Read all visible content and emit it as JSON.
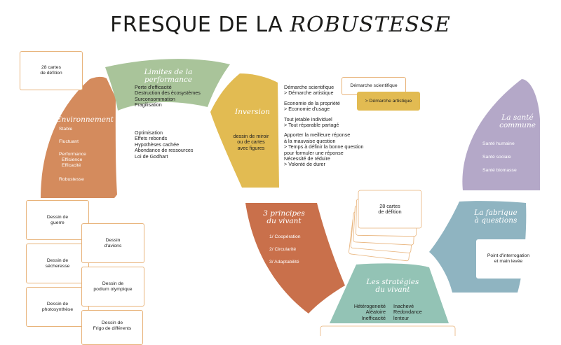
{
  "title": {
    "main": "FRESQUE DE LA",
    "accent": "ROBUSTESSE"
  },
  "colors": {
    "green": "#a9c49a",
    "orange": "#d48b5d",
    "yellow": "#e2bb52",
    "purple": "#b4a8c8",
    "blue": "#8fb4c1",
    "rust": "#c9704b",
    "teal": "#93c3b5",
    "box_border": "#e8b37a"
  },
  "cards_box": {
    "lines": [
      "28 cartes",
      "de défition"
    ]
  },
  "environnement": {
    "heading": "Environnement",
    "items": [
      "Stable",
      "Fluctuant",
      "Performance",
      "Efficience",
      "Efficacité",
      "Robustesse"
    ]
  },
  "limites": {
    "heading": "Limites de la performance",
    "list1": [
      "Perte d'efficacité",
      "Destruction des écosystèmes",
      "Surconsommation",
      "Fragilisation"
    ],
    "list2": [
      "Optimisation",
      "Effets rebonds",
      "Hypothèses cachée",
      "Abondance de ressources",
      "Loi de Godhart"
    ]
  },
  "inversion": {
    "heading": "Inversion",
    "lines": [
      "dessin de miroir",
      "ou de cartes",
      "avec figures"
    ],
    "list": [
      "Démarche scientifique",
      "> Démarche artistique",
      "",
      "Economie de la propriété",
      "> Economie d'usage",
      "",
      "Tout jetable individuel",
      "> Tout réparable partagé",
      "",
      "Apporter la meilleure réponse",
      "à la mauvaise question",
      "> Temps à définir la bonne question",
      "pour formuler une réponse",
      "Nécessité de réduire",
      "> Volonté de durer"
    ],
    "card_front": "Démarche scientifique",
    "card_back": "> Démarche artistique"
  },
  "sante": {
    "heading_1": "La santé",
    "heading_2": "commune",
    "items": [
      "Santé humaine",
      "Santé sociale",
      "Santé biomasse"
    ]
  },
  "dessins": {
    "guerre": [
      "Dessin de",
      "guerre"
    ],
    "avions": [
      "Dessin",
      "d'avions"
    ],
    "secheresse": [
      "Dessin de",
      "sécheresse"
    ],
    "podium": [
      "Dessin de",
      "podium olympique"
    ],
    "photosynthese": [
      "Dessin de",
      "photosynthèse"
    ],
    "frigo": [
      "Dessin de",
      "Frigo de différents"
    ]
  },
  "principes": {
    "heading_1": "3 principes",
    "heading_2": "du vivant",
    "items": [
      "1/ Coopération",
      "2/ Circularité",
      "3/ Adaptabilité"
    ]
  },
  "stack_cards": {
    "lines": [
      "28 cartes",
      "de défition"
    ]
  },
  "strategies": {
    "heading_1": "Les stratégies",
    "heading_2": "du vivant",
    "col1": [
      "Hétérogeneité",
      "Aléatoire",
      "Inefficacité"
    ],
    "col2": [
      "Inachevé",
      "Redondance",
      "lenteur"
    ]
  },
  "fabrique": {
    "heading_1": "La fabrique",
    "heading_2": "à questions",
    "box": [
      "Point d'interrogation",
      "et main levée"
    ]
  }
}
